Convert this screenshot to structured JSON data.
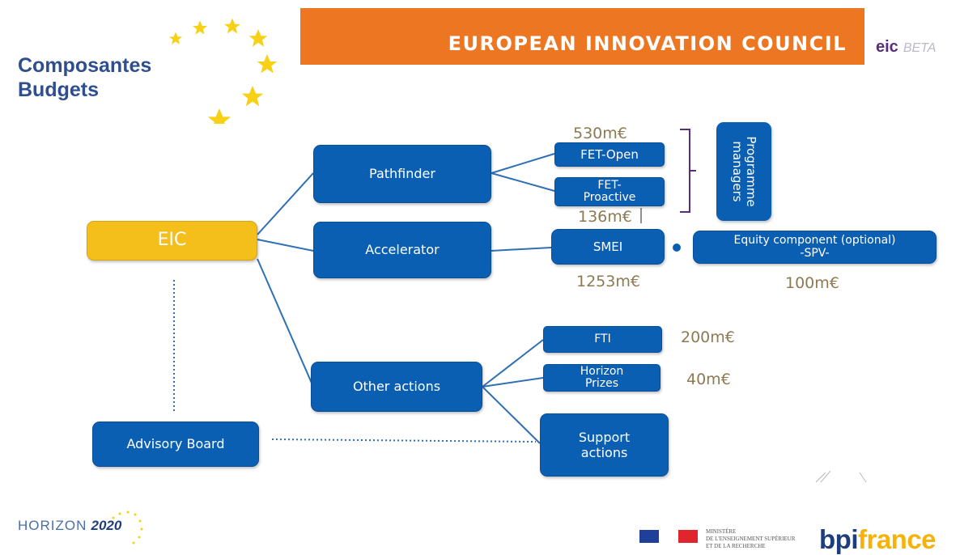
{
  "header": {
    "title": [
      "Composantes",
      "Budgets"
    ],
    "banner": "EUROPEAN INNOVATION COUNCIL",
    "logo_eic": "eic",
    "logo_beta": "BETA"
  },
  "diagram": {
    "eic": "EIC",
    "advisory_board": "Advisory Board",
    "pathfinder": "Pathfinder",
    "accelerator": "Accelerator",
    "other_actions": "Other actions",
    "fet_open": "FET-Open",
    "fet_proactive": "FET-\nProactive",
    "smei": "SMEI",
    "equity": "Equity component (optional)\n-SPV-",
    "programme_managers": "Programme\nmanagers",
    "fti": "FTI",
    "horizon_prizes": "Horizon\nPrizes",
    "support_actions": "Support\nactions",
    "amounts": {
      "fet_open": "530m€",
      "fet_proactive": "136m€",
      "smei": "1253m€",
      "equity": "100m€",
      "fti": "200m€",
      "horizon_prizes": "40m€"
    }
  },
  "footer": {
    "horizon_text": "HORIZON",
    "horizon_year": "2020",
    "ministere": [
      "MINISTÈRE",
      "DE L'ENSEIGNEMENT SUPÉRIEUR",
      "ET DE LA RECHERCHE"
    ],
    "bpi": "bpi",
    "france": "france"
  },
  "colors": {
    "box_blue": "#0b5fb3",
    "eic_yellow": "#f5bf1b",
    "banner_orange": "#ec7622",
    "star_yellow": "#f7d115",
    "amount_brown": "#8b7a52"
  }
}
